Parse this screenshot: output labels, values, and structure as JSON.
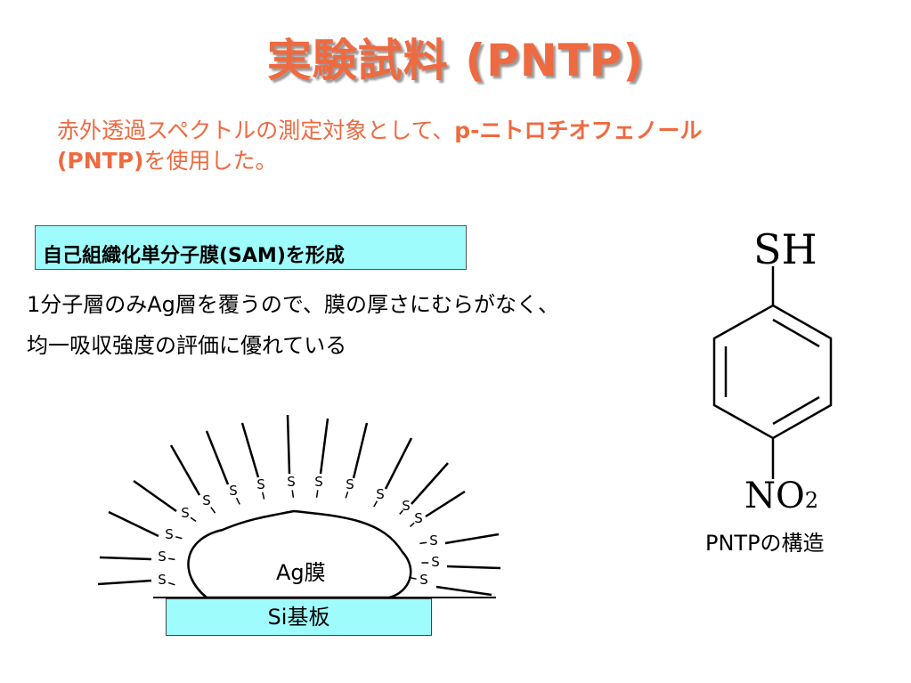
{
  "title": "実験試料 (PNTP)",
  "intro": {
    "line1_normal": "赤外透過スペクトルの測定対象として、",
    "line1_bold": "p-ニトロチオフェノール",
    "line2_bold": "(PNTP)",
    "line2_normal": "を使用した。"
  },
  "sam_label": "自己組織化単分子膜(SAM)を形成",
  "description": {
    "line1": "1分子層のみAg層を覆うので、膜の厚さにむらがなく、",
    "line2": "均一吸収強度の評価に優れている"
  },
  "diagram": {
    "film_label": "Ag膜",
    "substrate_label": "Si基板",
    "sulfur_symbol": "S"
  },
  "molecule": {
    "top_group": "SH",
    "bottom_group_main": "NO",
    "bottom_group_sub": "2",
    "caption": "PNTPの構造"
  },
  "colors": {
    "accent": "#ee6a40",
    "box_fill": "#9ffcfc"
  }
}
